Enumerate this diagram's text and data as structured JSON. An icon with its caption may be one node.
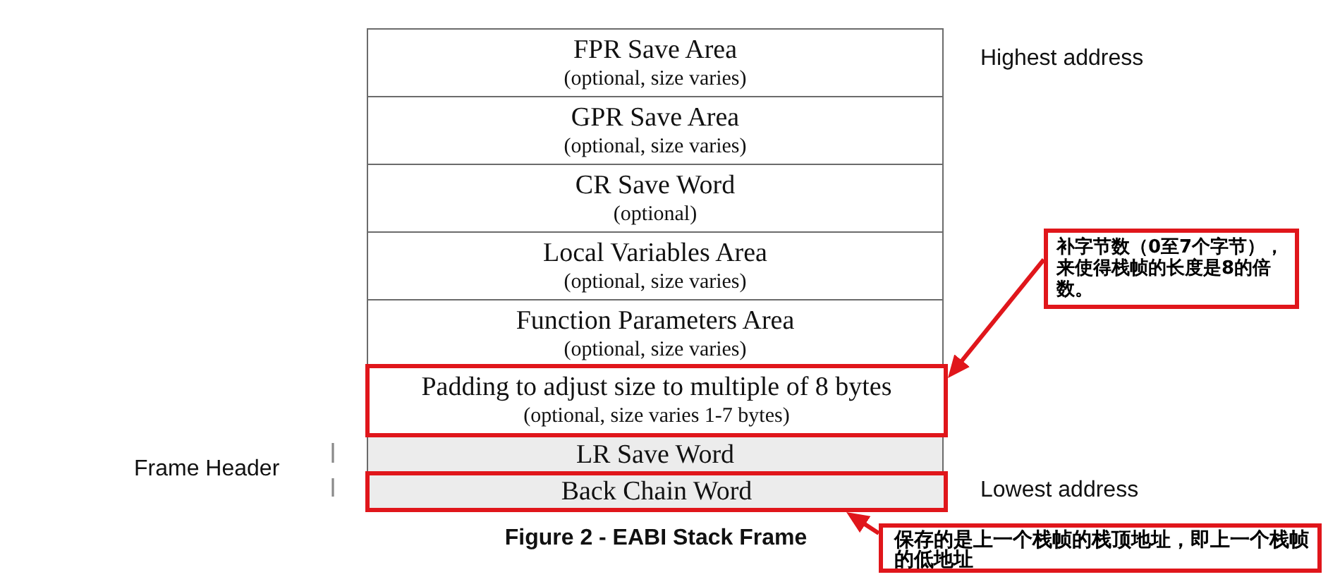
{
  "diagram": {
    "caption": "Figure 2 - EABI Stack Frame",
    "nodes": [
      {
        "text": [
          "FPR Save Area",
          "(optional, size varies)"
        ]
      },
      {
        "text": [
          "GPR Save Area",
          "(optional, size varies)"
        ]
      },
      {
        "text": [
          "CR Save Word",
          "(optional)"
        ]
      },
      {
        "text": [
          "Local Variables Area",
          "(optional, size varies)"
        ]
      },
      {
        "text": [
          "Function Parameters Area",
          "(optional, size varies)"
        ]
      },
      {
        "text": [
          "Padding to adjust size to multiple of 8 bytes",
          "(optional, size varies 1-7 bytes)"
        ]
      },
      {
        "text": [
          "LR Save Word"
        ]
      },
      {
        "text": [
          "Back Chain Word"
        ]
      },
      {
        "text": [
          "补字节数（0至7个字节），来使得栈帧的长度是8的倍数。"
        ]
      },
      {
        "text": [
          "保存的是上一个栈帧的栈顶地址，即上一个栈帧的低地址"
        ]
      }
    ],
    "edges": [
      {
        "from": 8,
        "to": 5,
        "arrow": "to"
      },
      {
        "from": 9,
        "to": 7,
        "arrow": "to"
      }
    ],
    "labels": [
      "Highest address",
      "Frame Header",
      "Lowest address"
    ]
  }
}
